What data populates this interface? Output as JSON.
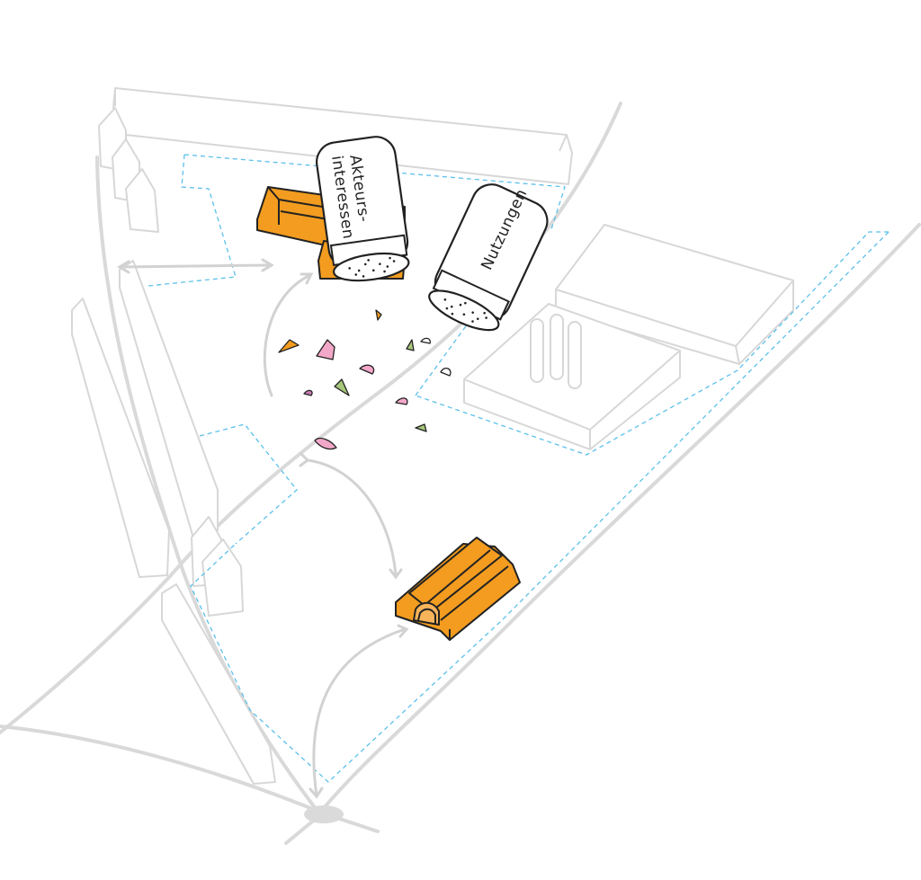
{
  "shakers": [
    {
      "line1": "Akteurs-",
      "line2": "interessen"
    },
    {
      "line1": "Nutzungen",
      "line2": ""
    }
  ],
  "colors": {
    "context": "#dcdcdc",
    "context_stroke": "#cfcfcf",
    "boundary": "#5bc0eb",
    "accent_building": "#f39c1f",
    "outline": "#222222",
    "confetti_pink": "#f2a7c9",
    "confetti_orange": "#f39c1f",
    "confetti_green": "#a7c77a",
    "confetti_purple": "#c97bb3"
  }
}
